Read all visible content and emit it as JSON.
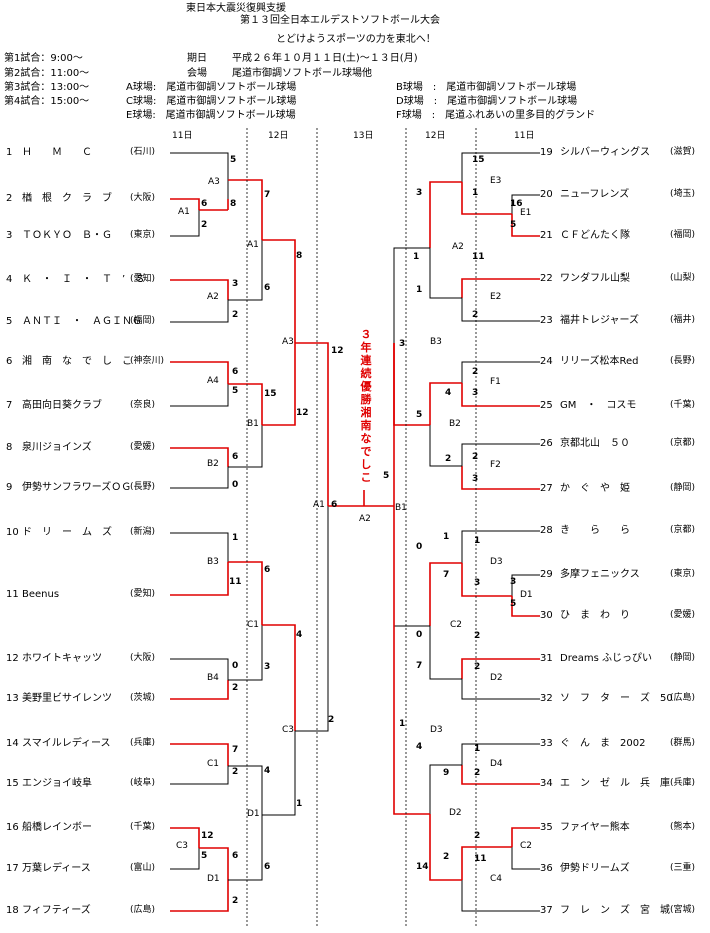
{
  "header": {
    "support": "東日本大震災復興支援",
    "title": "第１３回全日本エルデストソフトボール大会",
    "subtitle": "とどけようスポーツの力を東北へ！",
    "schedule": [
      "第1試合：9:00～",
      "第2試合：11:00～",
      "第3試合：13:00～",
      "第4試合：15:00～"
    ],
    "period_label": "期日",
    "period": "平成２６年１０月１１日(土)～１３日(月)",
    "venue_label": "会場",
    "venue": "尾道市御調ソフトボール球場他",
    "fields_left": [
      "A球場:　尾道市御調ソフトボール球場",
      "C球場:　尾道市御調ソフトボール球場",
      "E球場:　尾道市御調ソフトボール球場"
    ],
    "fields_right": [
      "B球場　:　尾道市御調ソフトボール球場",
      "D球場　:　尾道市御調ソフトボール球場",
      "F球場　:　尾道ふれあいの里多目的グランド"
    ]
  },
  "days": [
    "11日",
    "12日",
    "13日",
    "12日",
    "11日"
  ],
  "left_teams": [
    {
      "num": "1",
      "name": "Ｈ　　Ｍ　　Ｃ",
      "pref": "(石川)"
    },
    {
      "num": "2",
      "name": "楢　根　ク　ラ　ブ",
      "pref": "(大阪)"
    },
    {
      "num": "3",
      "name": "ＴＯＫＹＯ　Ｂ・Ｇ",
      "pref": "(東京)"
    },
    {
      "num": "4",
      "name": "Ｋ　・　Ｉ　・　Ｔ　’　Ｓ",
      "pref": "(愛知)"
    },
    {
      "num": "5",
      "name": "ＡＮＴＩ　・　ＡＧＩＮＧ",
      "pref": "(福岡)"
    },
    {
      "num": "6",
      "name": "湘　南　な　で　し　こ",
      "pref": "(神奈川)"
    },
    {
      "num": "7",
      "name": "高田向日葵クラブ",
      "pref": "(奈良)"
    },
    {
      "num": "8",
      "name": "泉川ジョインズ",
      "pref": "(愛媛)"
    },
    {
      "num": "9",
      "name": "伊勢サンフラワーズＯＧ",
      "pref": "(長野)"
    },
    {
      "num": "10",
      "name": "ド　リ　ー　ム　ズ",
      "pref": "(新潟)"
    },
    {
      "num": "11",
      "name": "Beenus",
      "pref": "(愛知)"
    },
    {
      "num": "12",
      "name": "ホワイトキャッツ",
      "pref": "(大阪)"
    },
    {
      "num": "13",
      "name": "美野里ビサイレンツ",
      "pref": "(茨城)"
    },
    {
      "num": "14",
      "name": "スマイルレディース",
      "pref": "(兵庫)"
    },
    {
      "num": "15",
      "name": "エンジョイ岐阜",
      "pref": "(岐阜)"
    },
    {
      "num": "16",
      "name": "船橋レインボー",
      "pref": "(千葉)"
    },
    {
      "num": "17",
      "name": "万葉レディース",
      "pref": "(富山)"
    },
    {
      "num": "18",
      "name": "フィフティーズ",
      "pref": "(広島)"
    }
  ],
  "right_teams": [
    {
      "num": "19",
      "name": "シルバーウィングス",
      "pref": "(滋賀)"
    },
    {
      "num": "20",
      "name": "ニューフレンズ",
      "pref": "(埼玉)"
    },
    {
      "num": "21",
      "name": "ＣＦどんたく隊",
      "pref": "(福岡)"
    },
    {
      "num": "22",
      "name": "ワンダフル山梨",
      "pref": "(山梨)"
    },
    {
      "num": "23",
      "name": "福井トレジャーズ",
      "pref": "(福井)"
    },
    {
      "num": "24",
      "name": "リリーズ松本Red",
      "pref": "(長野)"
    },
    {
      "num": "25",
      "name": "GM　・　コスモ",
      "pref": "(千葉)"
    },
    {
      "num": "26",
      "name": "京都北山　５０",
      "pref": "(京都)"
    },
    {
      "num": "27",
      "name": "か　ぐ　や　姫",
      "pref": "(静岡)"
    },
    {
      "num": "28",
      "name": "き　　ら　　ら",
      "pref": "(京都)"
    },
    {
      "num": "29",
      "name": "多摩フェニックス",
      "pref": "(東京)"
    },
    {
      "num": "30",
      "name": "ひ　ま　わ　り",
      "pref": "(愛媛)"
    },
    {
      "num": "31",
      "name": "Dreams ふじっぴい",
      "pref": "(静岡)"
    },
    {
      "num": "32",
      "name": "ソ　フ　タ　ー　ズ　50",
      "pref": "(広島)"
    },
    {
      "num": "33",
      "name": "ぐ　ん　ま　2002",
      "pref": "(群馬)"
    },
    {
      "num": "34",
      "name": "エ　ン　ゼ　ル　兵　庫",
      "pref": "(兵庫)"
    },
    {
      "num": "35",
      "name": "ファイヤー熊本",
      "pref": "(熊本)"
    },
    {
      "num": "36",
      "name": "伊勢ドリームズ",
      "pref": "(三重)"
    },
    {
      "num": "37",
      "name": "フ　レ　ン　ズ　宮　城",
      "pref": "(宮城)"
    }
  ],
  "match_labels": [
    "A3",
    "A1",
    "A2",
    "A4",
    "B1",
    "B2",
    "B3",
    "B4",
    "C1",
    "C3",
    "D1",
    "A1",
    "C1",
    "C3",
    "D1",
    "A3",
    "A1",
    "A2",
    "B1",
    "E3",
    "E1",
    "E2",
    "A2",
    "B3",
    "F1",
    "B2",
    "F2",
    "D3",
    "D1",
    "C2",
    "D2",
    "D3",
    "D4",
    "D2",
    "C2",
    "C4"
  ],
  "scores": [
    "5",
    "6",
    "2",
    "8",
    "3",
    "2",
    "6",
    "5",
    "6",
    "0",
    "1",
    "11",
    "0",
    "2",
    "7",
    "2",
    "12",
    "5",
    "6",
    "2",
    "7",
    "6",
    "8",
    "15",
    "12",
    "6",
    "3",
    "4",
    "4",
    "6",
    "1",
    "2",
    "12",
    "6",
    "5",
    "3",
    "1",
    "1",
    "3",
    "1",
    "0",
    "0",
    "7",
    "4",
    "14",
    "7",
    "1",
    "9",
    "2",
    "2",
    "4",
    "5",
    "15",
    "1",
    "11",
    "2",
    "2",
    "3",
    "2",
    "3",
    "1",
    "3",
    "2",
    "2",
    "1",
    "2",
    "2",
    "11",
    "16",
    "5",
    "3",
    "5"
  ],
  "winner": "３年連続優勝湘南なでしこ",
  "lines": {
    "black": "#000000",
    "red": "#e00000"
  }
}
